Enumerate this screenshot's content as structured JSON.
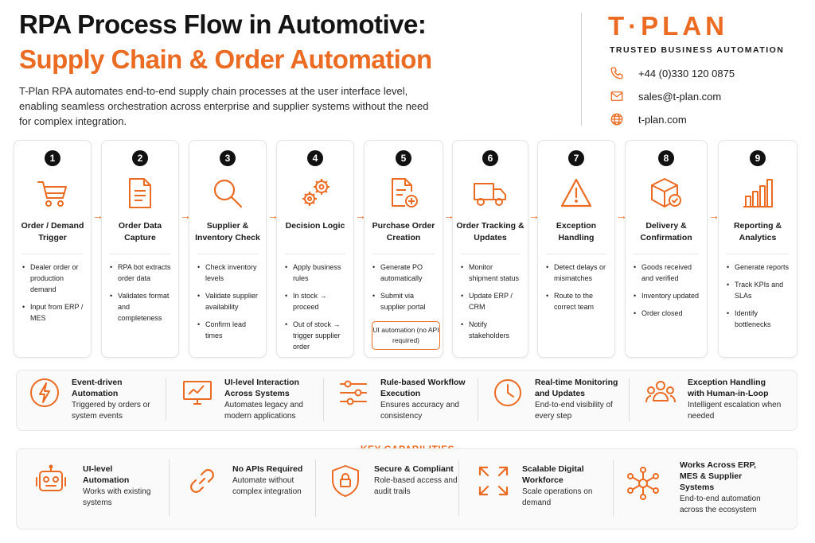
{
  "header": {
    "title_line1": "RPA Process Flow in Automotive:",
    "title_line2": "Supply Chain & Order Automation",
    "intro": "T-Plan RPA automates end-to-end supply chain processes at the user interface level, enabling seamless orchestration across enterprise and supplier systems without the need for complex integration."
  },
  "brand": {
    "logo": "T·PLAN",
    "tagline": "TRUSTED BUSINESS AUTOMATION",
    "phone": "+44 (0)330 120 0875",
    "email": "sales@t-plan.com",
    "web": "t-plan.com",
    "accent": "#ec6b23"
  },
  "steps": [
    {
      "num": "1",
      "icon": "shopping-cart-icon",
      "title": "Order / Demand Trigger",
      "bullets": [
        "Dealer order or production demand",
        "Input from ERP / MES"
      ]
    },
    {
      "num": "2",
      "icon": "document-icon",
      "title": "Order Data Capture",
      "bullets": [
        "RPA bot extracts order data",
        "Validates format and completeness"
      ]
    },
    {
      "num": "3",
      "icon": "magnifier-icon",
      "title": "Supplier & Inventory Check",
      "bullets": [
        "Check inventory levels",
        "Validate supplier availability",
        "Confirm lead times"
      ]
    },
    {
      "num": "4",
      "icon": "gears-icon",
      "title": "Decision Logic",
      "bullets": [
        "Apply business rules",
        "In stock → proceed",
        "Out of stock → trigger supplier order"
      ]
    },
    {
      "num": "5",
      "icon": "document-add-icon",
      "title": "Purchase Order Creation",
      "bullets": [
        "Generate PO automatically",
        "Submit via supplier portal"
      ],
      "note": "UI automation (no API required)"
    },
    {
      "num": "6",
      "icon": "truck-icon",
      "title": "Order Tracking & Updates",
      "bullets": [
        "Monitor shipment status",
        "Update ERP / CRM",
        "Notify stakeholders"
      ]
    },
    {
      "num": "7",
      "icon": "warning-icon",
      "title": "Exception Handling",
      "bullets": [
        "Detect delays or mismatches",
        "Route to the correct team"
      ]
    },
    {
      "num": "8",
      "icon": "package-check-icon",
      "title": "Delivery & Confirmation",
      "bullets": [
        "Goods received and verified",
        "Inventory updated",
        "Order closed"
      ]
    },
    {
      "num": "9",
      "icon": "bar-chart-icon",
      "title": "Reporting & Analytics",
      "bullets": [
        "Generate reports",
        "Track KPIs and SLAs",
        "Identify bottlenecks"
      ]
    }
  ],
  "features": [
    {
      "icon": "lightning-icon",
      "title": "Event-driven Automation",
      "desc": "Triggered by orders or system events"
    },
    {
      "icon": "monitor-icon",
      "title": "UI-level Interaction Across Systems",
      "desc": "Automates legacy and modern applications"
    },
    {
      "icon": "sliders-icon",
      "title": "Rule-based Workflow Execution",
      "desc": "Ensures accuracy and consistency"
    },
    {
      "icon": "clock-icon",
      "title": "Real-time Monitoring and Updates",
      "desc": "End-to-end visibility of every step"
    },
    {
      "icon": "users-icon",
      "title": "Exception Handling with Human-in-Loop",
      "desc": "Intelligent escalation when needed"
    }
  ],
  "capabilities": {
    "heading": "KEY CAPABILITIES",
    "items": [
      {
        "icon": "robot-icon",
        "title": "UI-level Automation",
        "desc": "Works with existing systems"
      },
      {
        "icon": "link-icon",
        "title": "No APIs Required",
        "desc": "Automate without complex integration"
      },
      {
        "icon": "shield-lock-icon",
        "title": "Secure & Compliant",
        "desc": "Role-based access and audit trails"
      },
      {
        "icon": "expand-icon",
        "title": "Scalable Digital Workforce",
        "desc": "Scale operations on demand"
      },
      {
        "icon": "network-icon",
        "title": "Works Across ERP, MES & Supplier Systems",
        "desc": "End-to-end automation across the ecosystem"
      }
    ]
  }
}
